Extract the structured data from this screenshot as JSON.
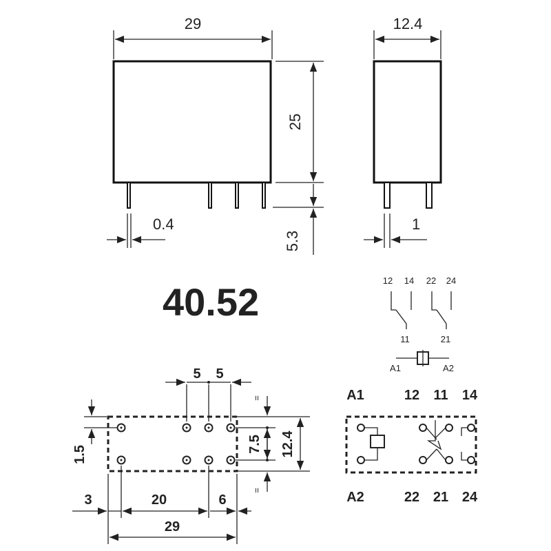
{
  "model": "40.52",
  "front_view": {
    "width": "29",
    "height": "25",
    "pin_length": "5.3",
    "pin_thickness": "0.4"
  },
  "side_view": {
    "width": "12.4",
    "pin_width": "1"
  },
  "schematic": {
    "contacts_top": [
      "12",
      "14",
      "22",
      "24"
    ],
    "commons": [
      "11",
      "21"
    ],
    "coil": [
      "A1",
      "A2"
    ]
  },
  "footprint": {
    "pitch_a": "5",
    "pitch_b": "5",
    "offset_left": "3",
    "span_main": "20",
    "span_right": "6",
    "total_width": "29",
    "row_offset": "1.5",
    "row_spacing": "7.5",
    "total_height": "12.4",
    "equal_mark": "="
  },
  "pin_layout": {
    "top_labels": [
      "A1",
      "12",
      "11",
      "14"
    ],
    "bottom_labels": [
      "A2",
      "22",
      "21",
      "24"
    ]
  }
}
